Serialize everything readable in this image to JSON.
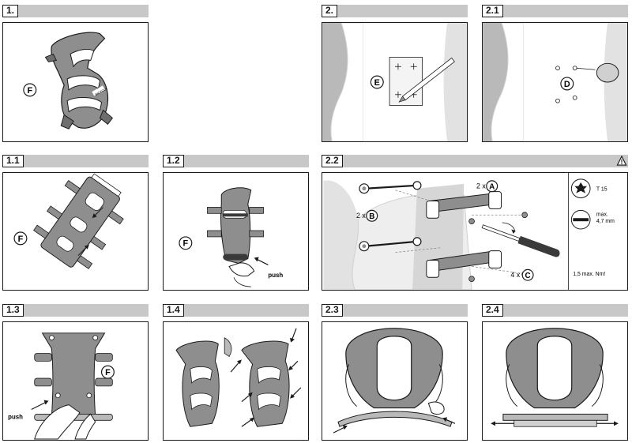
{
  "steps": [
    {
      "id": "1",
      "label": "1."
    },
    {
      "id": "1.1",
      "label": "1.1"
    },
    {
      "id": "1.2",
      "label": "1.2"
    },
    {
      "id": "1.3",
      "label": "1.3"
    },
    {
      "id": "1.4",
      "label": "1.4"
    },
    {
      "id": "2",
      "label": "2."
    },
    {
      "id": "2.1",
      "label": "2.1"
    },
    {
      "id": "2.2",
      "label": "2.2"
    },
    {
      "id": "2.3",
      "label": "2.3"
    },
    {
      "id": "2.4",
      "label": "2.4"
    }
  ],
  "callouts": {
    "f": "F",
    "e": "E",
    "d": "D",
    "a": "A",
    "b": "B",
    "c": "C"
  },
  "labels": {
    "push": "push",
    "qty_a": "2 x",
    "qty_b": "2 x",
    "qty_c": "4 x",
    "torx": "T 15",
    "max_label": "max.",
    "max_value": "4,7 mm",
    "torque": "1,5 max. Nm!",
    "cage_logo": "BICYCLE"
  },
  "warning_icon": "warning-triangle-icon",
  "colors": {
    "bar": "#c8c8c8",
    "cage_gray": "#8e8e8e",
    "tube_gray": "#b9b9b9",
    "tube_light": "#e2e2e2",
    "ink": "#1a1a1a"
  }
}
